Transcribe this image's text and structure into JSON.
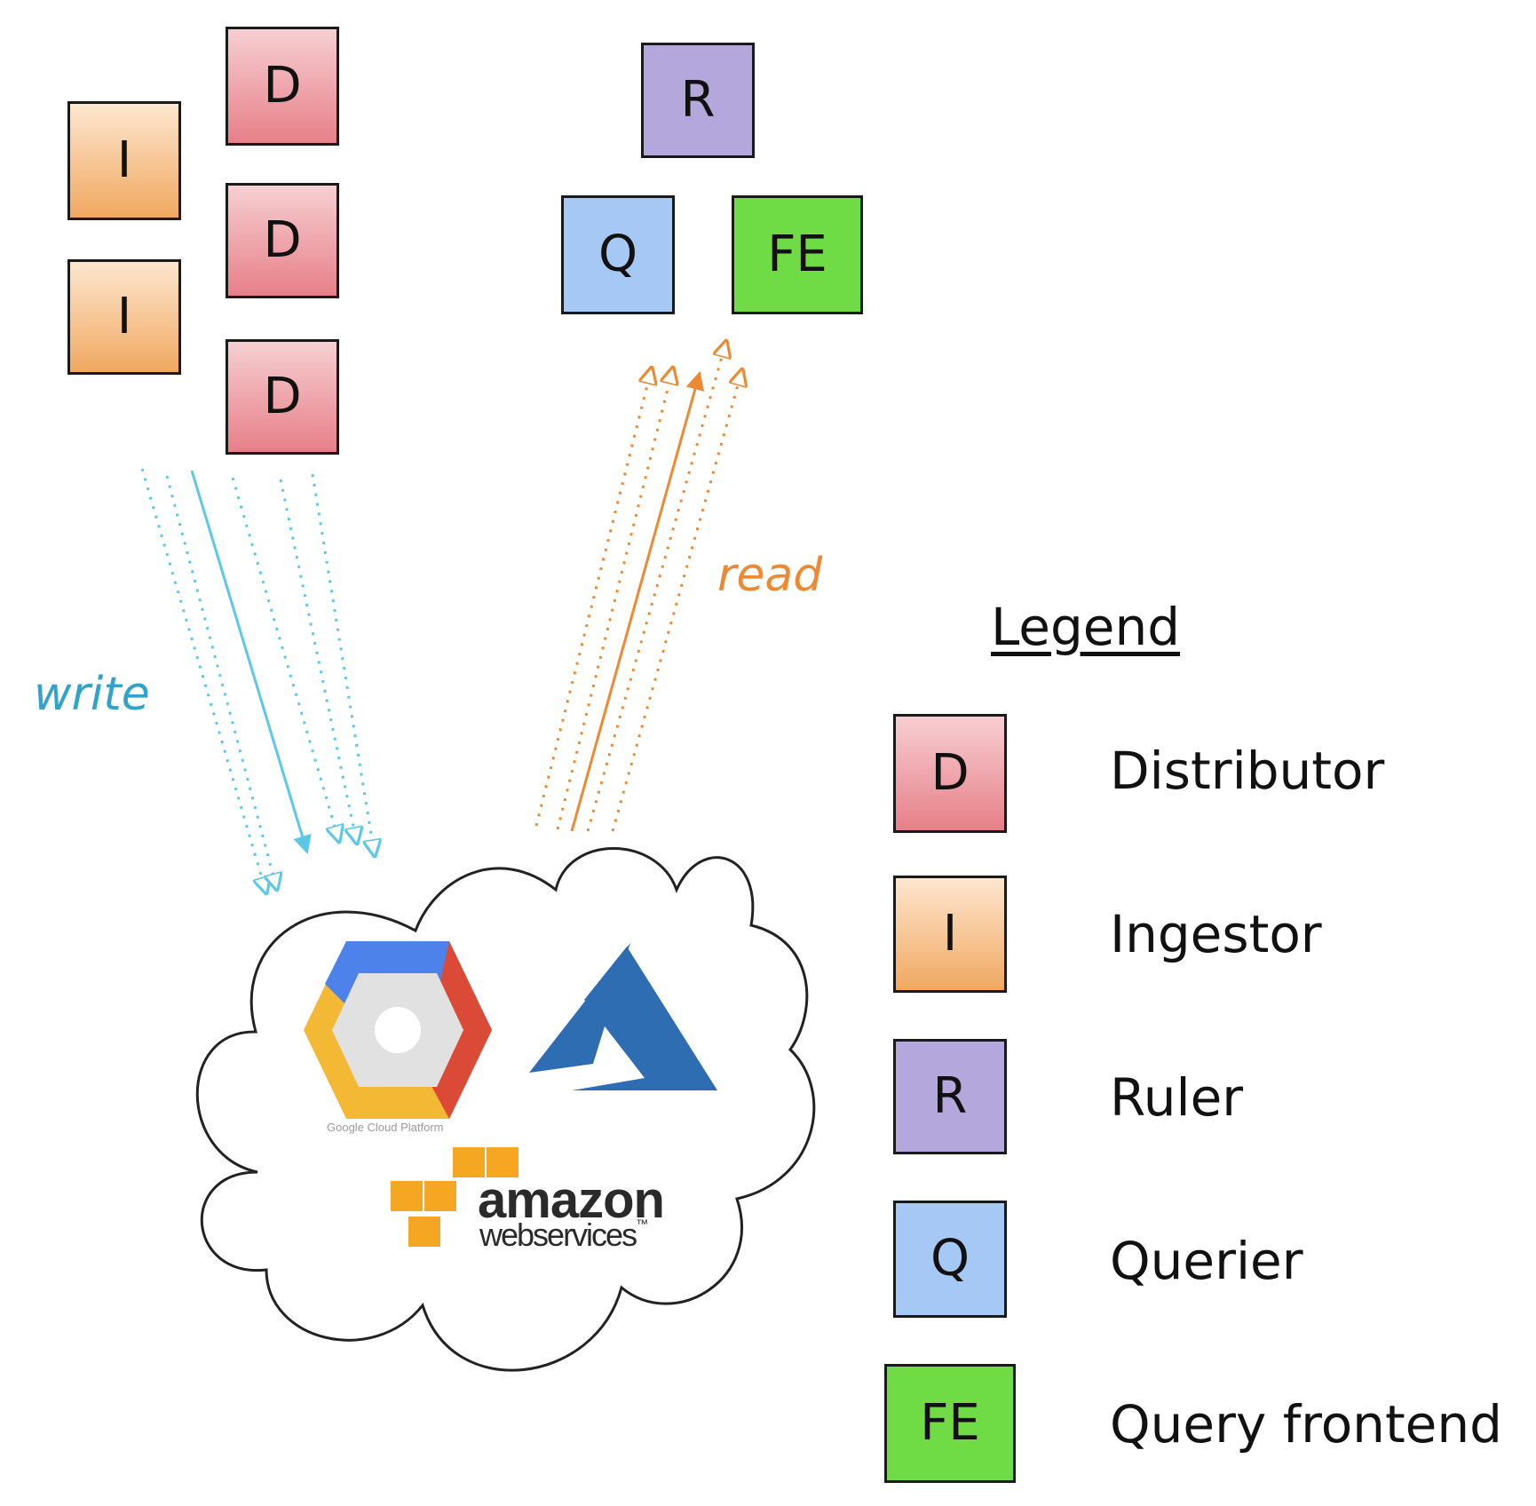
{
  "components": {
    "distributor": "D",
    "ingestor": "I",
    "ruler": "R",
    "querier": "Q",
    "frontend": "FE"
  },
  "flows": {
    "write": "write",
    "read": "read"
  },
  "cloud": {
    "gcp_caption": "Google Cloud Platform",
    "aws_word": "amazon",
    "aws_sub": "webservices",
    "aws_tm": "™"
  },
  "legend": {
    "title": "Legend",
    "items": [
      {
        "abbr": "D",
        "label": "Distributor"
      },
      {
        "abbr": "I",
        "label": "Ingestor"
      },
      {
        "abbr": "R",
        "label": "Ruler"
      },
      {
        "abbr": "Q",
        "label": "Querier"
      },
      {
        "abbr": "FE",
        "label": "Query frontend"
      }
    ]
  },
  "colors": {
    "write_arrow": "#5cc8e8",
    "read_arrow": "#ec8a33",
    "distributor": "#e77f88",
    "ingestor": "#f0a860",
    "ruler": "#b3a7dc",
    "querier": "#a6c8f5",
    "frontend": "#6fdb45"
  }
}
